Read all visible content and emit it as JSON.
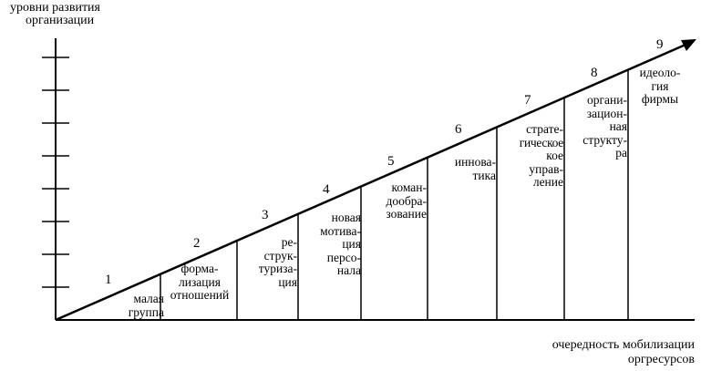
{
  "axes": {
    "y_label": [
      "уровни развития",
      "организации"
    ],
    "x_label": [
      "очередность мобилизации",
      "оргресурсов"
    ]
  },
  "stages": [
    {
      "number": "1",
      "lines": [
        "малая",
        "группа"
      ]
    },
    {
      "number": "2",
      "lines": [
        "форма-",
        "лизация",
        "отношений"
      ]
    },
    {
      "number": "3",
      "lines": [
        "ре-",
        "струк-",
        "туриза-",
        "ция"
      ]
    },
    {
      "number": "4",
      "lines": [
        "новая",
        "мотива-",
        "ция",
        "персо-",
        "нала"
      ]
    },
    {
      "number": "5",
      "lines": [
        "коман-",
        "дообра-",
        "зование"
      ]
    },
    {
      "number": "6",
      "lines": [
        "иннова-",
        "тика"
      ]
    },
    {
      "number": "7",
      "lines": [
        "страте-",
        "гическое",
        "кое",
        "управ-",
        "ление"
      ]
    },
    {
      "number": "8",
      "lines": [
        "органи-",
        "зацион-",
        "ная",
        "структу-",
        "ра"
      ]
    },
    {
      "number": "9",
      "lines": [
        "идеоло-",
        "гия",
        "фирмы"
      ]
    }
  ]
}
